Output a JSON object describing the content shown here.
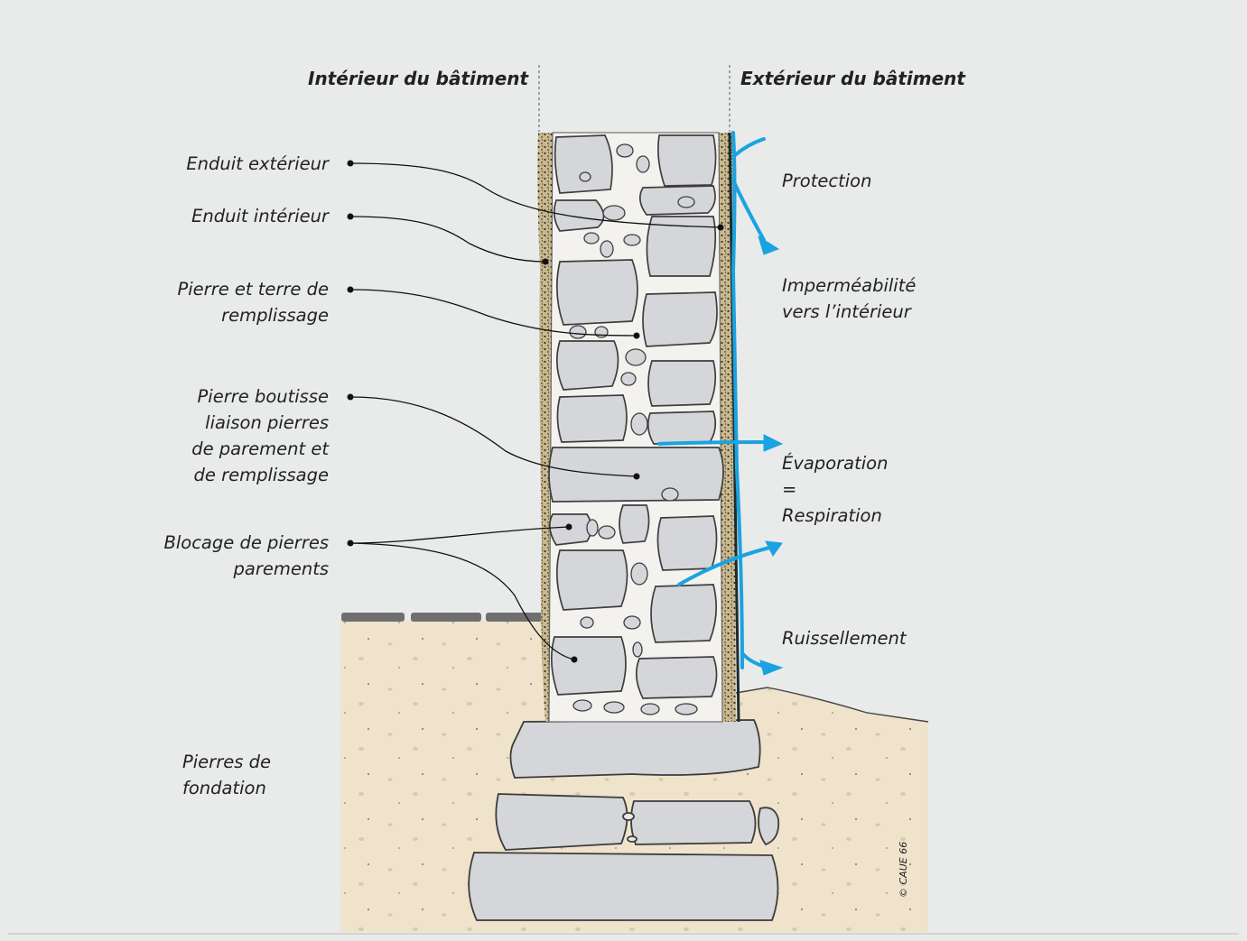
{
  "headers": {
    "interior": "Intérieur du bâtiment",
    "exterior": "Extérieur du bâtiment"
  },
  "labels_left": {
    "enduit_exterieur": "Enduit extérieur",
    "enduit_interieur": "Enduit intérieur",
    "pierre_terre": "Pierre et terre de\nremplissage",
    "pierre_boutisse": "Pierre boutisse\nliaison pierres\nde parement et\nde remplissage",
    "blocage": "Blocage de pierres\nparements",
    "fondation": "Pierres de\nfondation"
  },
  "labels_right": {
    "protection": "Protection",
    "impermeabilite": "Imperméabilité\nvers l’intérieur",
    "evaporation": "Évaporation\n    =\nRespiration",
    "ruissellement": "Ruissellement"
  },
  "credit": "© CAUE 66",
  "colors": {
    "background": "#e9eaea",
    "stone": "#d5d6d9",
    "mortar": "#f3f2ee",
    "plaster": "#c9b98f",
    "soil": "#efe3cc",
    "water": "#1aa3e0",
    "line": "#111111"
  }
}
